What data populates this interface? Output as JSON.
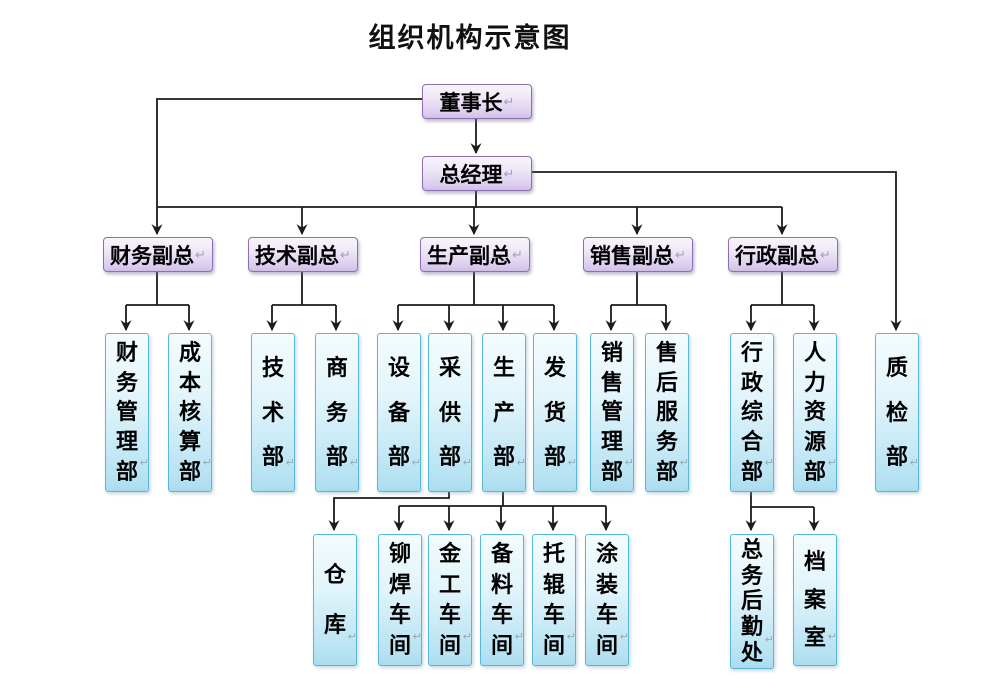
{
  "title": "组织机构示意图",
  "marks": {
    "return_mark": "↵"
  },
  "colors": {
    "purple_box_border": "#8f6fb4",
    "purple_box_fill_top": "#f8f5fc",
    "purple_box_fill_bottom": "#cfbfe7",
    "blue_box_border": "#58b6d6",
    "blue_box_fill_top": "#f4fcfe",
    "blue_box_fill_bottom": "#aadcee",
    "connector_line": "#1c1c1c",
    "text": "#000000"
  },
  "nodes": {
    "chairman": {
      "label": "董事长"
    },
    "general_manager": {
      "label": "总经理"
    },
    "vp_finance": {
      "label": "财务副总"
    },
    "vp_tech": {
      "label": "技术副总"
    },
    "vp_production": {
      "label": "生产副总"
    },
    "vp_sales": {
      "label": "销售副总"
    },
    "vp_admin": {
      "label": "行政副总"
    },
    "dept_finance_mgmt": {
      "label": "财务管理部"
    },
    "dept_cost_accounting": {
      "label": "成本核算部"
    },
    "dept_tech": {
      "label": "技术部"
    },
    "dept_business": {
      "label": "商务部"
    },
    "dept_equipment": {
      "label": "设备部"
    },
    "dept_purchasing": {
      "label": "采供部"
    },
    "dept_production": {
      "label": "生产部"
    },
    "dept_shipping": {
      "label": "发货部"
    },
    "dept_sales_mgmt": {
      "label": "销售管理部"
    },
    "dept_after_sales": {
      "label": "售后服务部"
    },
    "dept_admin_general": {
      "label": "行政综合部"
    },
    "dept_hr": {
      "label": "人力资源部"
    },
    "dept_qc": {
      "label": "质检部"
    },
    "warehouse": {
      "label": "仓库"
    },
    "workshop_riveting": {
      "label": "铆焊车间"
    },
    "workshop_metalwork": {
      "label": "金工车间"
    },
    "workshop_materials": {
      "label": "备料车间"
    },
    "workshop_roller": {
      "label": "托辊车间"
    },
    "workshop_painting": {
      "label": "涂装车间"
    },
    "office_logistics": {
      "label": "总务后勤处"
    },
    "office_archive": {
      "label": "档案室"
    }
  },
  "edges": [
    [
      "chairman",
      "general_manager"
    ],
    [
      "general_manager",
      "vp_finance"
    ],
    [
      "general_manager",
      "vp_tech"
    ],
    [
      "general_manager",
      "vp_production"
    ],
    [
      "general_manager",
      "vp_sales"
    ],
    [
      "general_manager",
      "vp_admin"
    ],
    [
      "general_manager",
      "dept_qc"
    ],
    [
      "vp_finance",
      "dept_finance_mgmt"
    ],
    [
      "vp_finance",
      "dept_cost_accounting"
    ],
    [
      "vp_tech",
      "dept_tech"
    ],
    [
      "vp_tech",
      "dept_business"
    ],
    [
      "vp_production",
      "dept_equipment"
    ],
    [
      "vp_production",
      "dept_purchasing"
    ],
    [
      "vp_production",
      "dept_production"
    ],
    [
      "vp_production",
      "dept_shipping"
    ],
    [
      "vp_sales",
      "dept_sales_mgmt"
    ],
    [
      "vp_sales",
      "dept_after_sales"
    ],
    [
      "vp_admin",
      "dept_admin_general"
    ],
    [
      "vp_admin",
      "dept_hr"
    ],
    [
      "dept_purchasing",
      "warehouse"
    ],
    [
      "dept_production",
      "workshop_riveting"
    ],
    [
      "dept_production",
      "workshop_metalwork"
    ],
    [
      "dept_production",
      "workshop_materials"
    ],
    [
      "dept_production",
      "workshop_roller"
    ],
    [
      "dept_production",
      "workshop_painting"
    ],
    [
      "dept_admin_general",
      "office_logistics"
    ],
    [
      "dept_admin_general",
      "office_archive"
    ]
  ]
}
